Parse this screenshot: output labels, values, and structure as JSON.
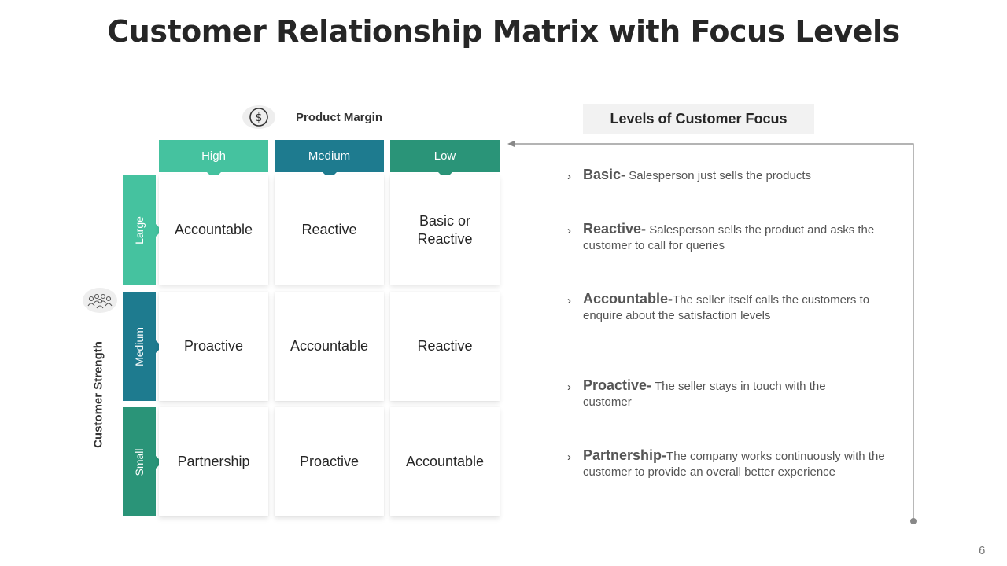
{
  "title": "Customer Relationship Matrix with Focus Levels",
  "matrix": {
    "column_axis_label": "Product Margin",
    "row_axis_label": "Customer Strength",
    "columns": [
      {
        "label": "High",
        "color": "#45C29F"
      },
      {
        "label": "Medium",
        "color": "#1E7B8F"
      },
      {
        "label": "Low",
        "color": "#2A9478"
      }
    ],
    "rows": [
      {
        "label": "Large",
        "color": "#45C29F"
      },
      {
        "label": "Medium",
        "color": "#1E7B8F"
      },
      {
        "label": "Small",
        "color": "#2A9478"
      }
    ],
    "cells": [
      [
        "Accountable",
        "Reactive",
        "Basic or Reactive"
      ],
      [
        "Proactive",
        "Accountable",
        "Reactive"
      ],
      [
        "Partnership",
        "Proactive",
        "Accountable"
      ]
    ]
  },
  "levels": {
    "heading": "Levels of Customer Focus",
    "items": [
      {
        "term": "Basic-",
        "desc": " Salesperson just sells the products"
      },
      {
        "term": "Reactive-",
        "desc": " Salesperson sells the product and asks the customer to call for queries"
      },
      {
        "term": "Accountable-",
        "desc": "The seller itself calls the customers to enquire about the satisfaction levels"
      },
      {
        "term": "Proactive-",
        "desc": " The seller stays in touch with the customer"
      },
      {
        "term": "Partnership-",
        "desc": "The company works continuously  with the customer to provide an overall better experience"
      }
    ]
  },
  "page_number": "6",
  "icons": {
    "column_axis": "dollar-icon",
    "row_axis": "people-icon",
    "bullet": "chevron-right-icon"
  }
}
